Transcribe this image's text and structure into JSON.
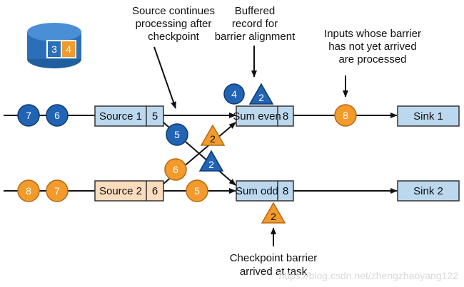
{
  "colors": {
    "blue": "#2164b4",
    "orange": "#f39a2c",
    "box_blue": "#bcd8ee",
    "box_orange": "#fbdcbc",
    "state_db": "#2b6fb8"
  },
  "annotations": {
    "source_continues": [
      "Source continues",
      "processing after",
      "checkpoint"
    ],
    "buffered": [
      "Buffered",
      "record for",
      "barrier alignment"
    ],
    "inputs_processed": [
      "Inputs whose barrier",
      "has not yet arrived",
      "are processed"
    ],
    "checkpoint_barrier": [
      "Checkpoint barrier",
      "arrived at task"
    ]
  },
  "state_store": {
    "values": [
      "3",
      "4"
    ]
  },
  "nodes": {
    "source1": {
      "name": "Source 1",
      "value": "5"
    },
    "source2": {
      "name": "Source 2",
      "value": "6"
    },
    "sum_even": {
      "name": "Sum even",
      "value": "8"
    },
    "sum_odd": {
      "name": "Sum odd",
      "value": "8"
    },
    "sink1": {
      "name": "Sink 1"
    },
    "sink2": {
      "name": "Sink 2"
    }
  },
  "records": {
    "in1_a": "7",
    "in1_b": "6",
    "in2_a": "8",
    "in2_b": "7",
    "buffered": "4",
    "cross_blue": "5",
    "cross_orange": "6",
    "src2_out": "5",
    "sink1_in": "8"
  },
  "barriers": {
    "buffered": "2",
    "cross_orange": "2",
    "cross_blue": "2",
    "sum_odd": "2"
  },
  "watermark": "https://blog.csdn.net/zhengzhaoyang122"
}
